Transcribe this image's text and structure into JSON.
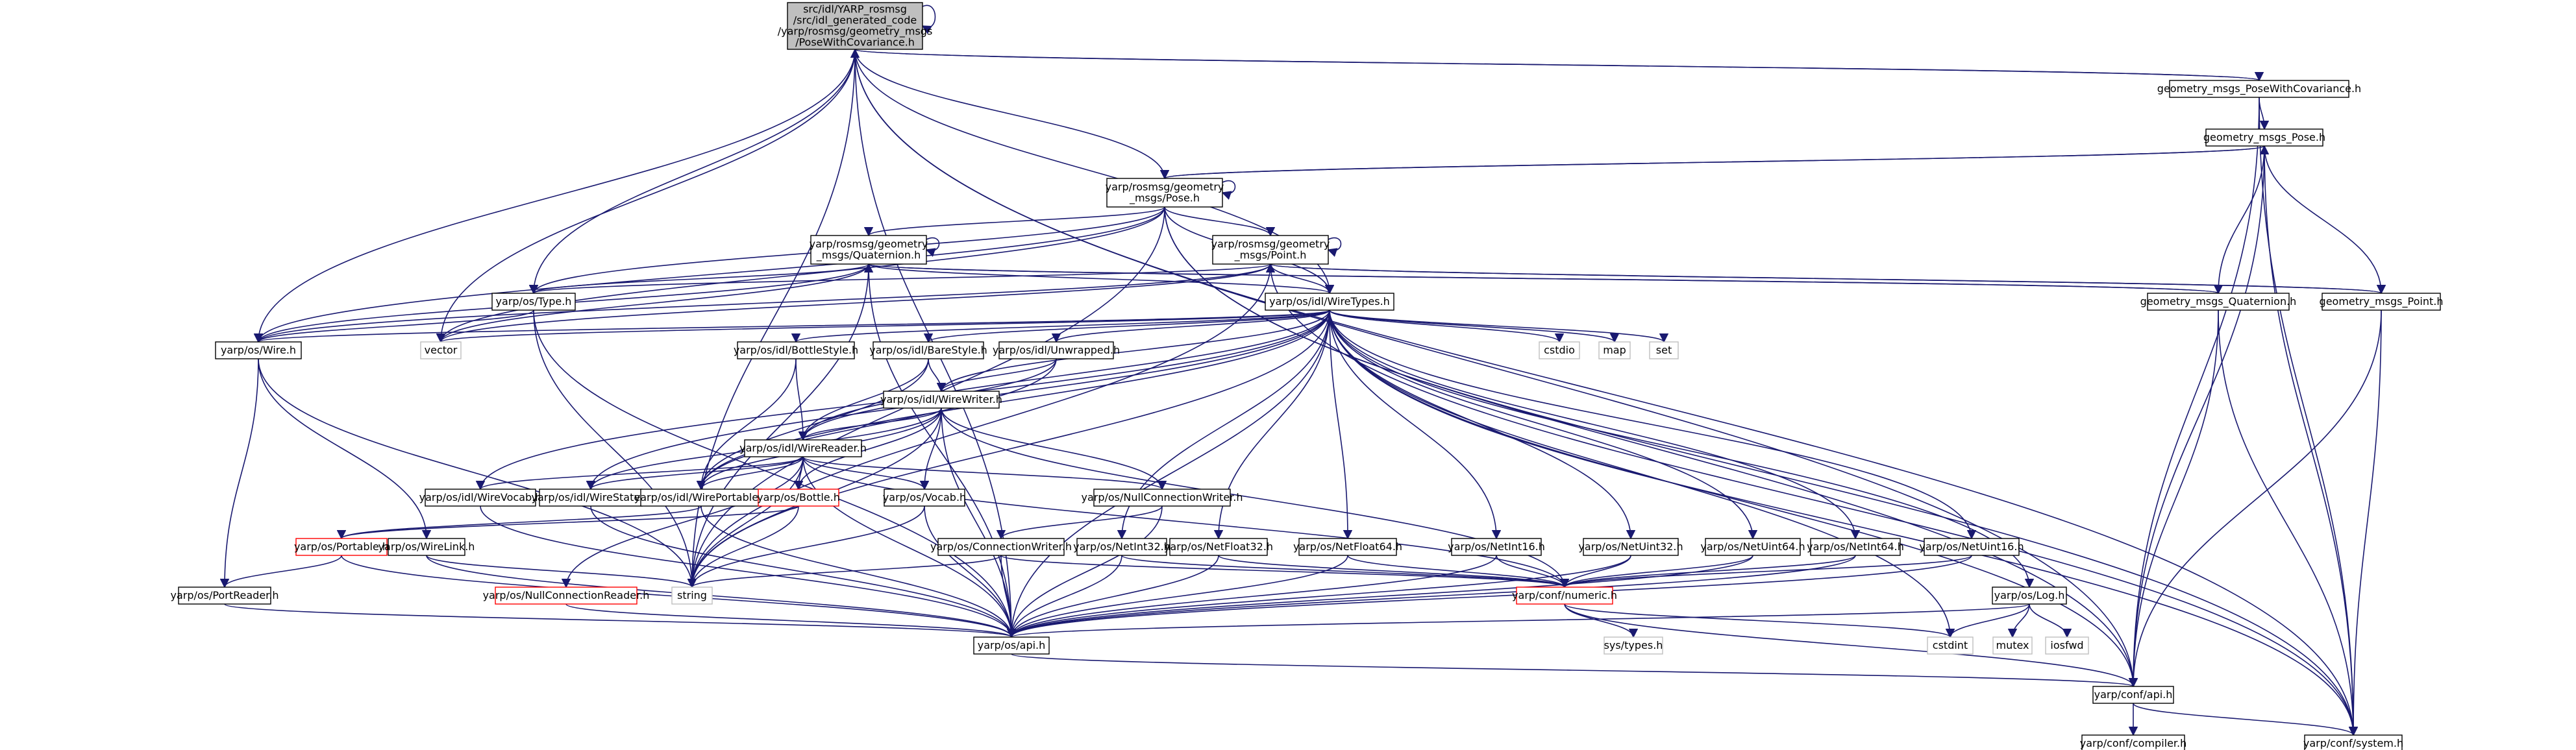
{
  "diagram": {
    "type": "include-dependency-graph",
    "colors": {
      "edge": "#191970",
      "node_fill": "#ffffff",
      "node_border": "#000000",
      "root_fill": "#bfbfbf",
      "system_border": "#bfbfbf",
      "unresolved_border": "#ff0000",
      "text": "#000000"
    },
    "nodes": [
      {
        "id": "root",
        "lines": [
          "src/idl/YARP_rosmsg",
          "/src/idl_generated_code",
          "/yarp/rosmsg/geometry_msgs",
          "/PoseWithCovariance.h"
        ],
        "style": "root"
      },
      {
        "id": "gmpwc",
        "lines": [
          "geometry_msgs_PoseWithCovariance.h"
        ],
        "style": "normal"
      },
      {
        "id": "gmpose",
        "lines": [
          "geometry_msgs_Pose.h"
        ],
        "style": "normal"
      },
      {
        "id": "yrgpose",
        "lines": [
          "yarp/rosmsg/geometry",
          "_msgs/Pose.h"
        ],
        "style": "normal"
      },
      {
        "id": "yrgquat",
        "lines": [
          "yarp/rosmsg/geometry",
          "_msgs/Quaternion.h"
        ],
        "style": "normal"
      },
      {
        "id": "yrgpoint",
        "lines": [
          "yarp/rosmsg/geometry",
          "_msgs/Point.h"
        ],
        "style": "normal"
      },
      {
        "id": "gmquat",
        "lines": [
          "geometry_msgs_Quaternion.h"
        ],
        "style": "normal"
      },
      {
        "id": "gmpoint",
        "lines": [
          "geometry_msgs_Point.h"
        ],
        "style": "normal"
      },
      {
        "id": "type",
        "lines": [
          "yarp/os/Type.h"
        ],
        "style": "normal"
      },
      {
        "id": "wiretypes",
        "lines": [
          "yarp/os/idl/WireTypes.h"
        ],
        "style": "normal"
      },
      {
        "id": "wire",
        "lines": [
          "yarp/os/Wire.h"
        ],
        "style": "normal"
      },
      {
        "id": "vector",
        "lines": [
          "vector"
        ],
        "style": "system"
      },
      {
        "id": "cstdio",
        "lines": [
          "cstdio"
        ],
        "style": "system"
      },
      {
        "id": "map",
        "lines": [
          "map"
        ],
        "style": "system"
      },
      {
        "id": "set",
        "lines": [
          "set"
        ],
        "style": "system"
      },
      {
        "id": "bottlestyle",
        "lines": [
          "yarp/os/idl/BottleStyle.h"
        ],
        "style": "normal"
      },
      {
        "id": "barestyle",
        "lines": [
          "yarp/os/idl/BareStyle.h"
        ],
        "style": "normal"
      },
      {
        "id": "unwrapped",
        "lines": [
          "yarp/os/idl/Unwrapped.h"
        ],
        "style": "normal"
      },
      {
        "id": "wirewriter",
        "lines": [
          "yarp/os/idl/WireWriter.h"
        ],
        "style": "normal"
      },
      {
        "id": "wirereader",
        "lines": [
          "yarp/os/idl/WireReader.h"
        ],
        "style": "normal"
      },
      {
        "id": "wirevocab",
        "lines": [
          "yarp/os/idl/WireVocab.h"
        ],
        "style": "normal"
      },
      {
        "id": "wirestate",
        "lines": [
          "yarp/os/idl/WireState.h"
        ],
        "style": "normal"
      },
      {
        "id": "wireportable",
        "lines": [
          "yarp/os/idl/WirePortable.h"
        ],
        "style": "normal"
      },
      {
        "id": "bottle",
        "lines": [
          "yarp/os/Bottle.h"
        ],
        "style": "unresolved"
      },
      {
        "id": "vocab",
        "lines": [
          "yarp/os/Vocab.h"
        ],
        "style": "normal"
      },
      {
        "id": "nullconnwriter",
        "lines": [
          "yarp/os/NullConnectionWriter.h"
        ],
        "style": "normal"
      },
      {
        "id": "portable",
        "lines": [
          "yarp/os/Portable.h"
        ],
        "style": "unresolved"
      },
      {
        "id": "wirelink",
        "lines": [
          "yarp/os/WireLink.h"
        ],
        "style": "normal"
      },
      {
        "id": "portreader",
        "lines": [
          "yarp/os/PortReader.h"
        ],
        "style": "normal"
      },
      {
        "id": "nullconnreader",
        "lines": [
          "yarp/os/NullConnectionReader.h"
        ],
        "style": "unresolved"
      },
      {
        "id": "string",
        "lines": [
          "string"
        ],
        "style": "system"
      },
      {
        "id": "connwriter",
        "lines": [
          "yarp/os/ConnectionWriter.h"
        ],
        "style": "normal"
      },
      {
        "id": "netint32",
        "lines": [
          "yarp/os/NetInt32.h"
        ],
        "style": "normal"
      },
      {
        "id": "netfloat32",
        "lines": [
          "yarp/os/NetFloat32.h"
        ],
        "style": "normal"
      },
      {
        "id": "netfloat64",
        "lines": [
          "yarp/os/NetFloat64.h"
        ],
        "style": "normal"
      },
      {
        "id": "netint16",
        "lines": [
          "yarp/os/NetInt16.h"
        ],
        "style": "normal"
      },
      {
        "id": "netuint32",
        "lines": [
          "yarp/os/NetUint32.h"
        ],
        "style": "normal"
      },
      {
        "id": "netuint64",
        "lines": [
          "yarp/os/NetUint64.h"
        ],
        "style": "normal"
      },
      {
        "id": "netint64",
        "lines": [
          "yarp/os/NetInt64.h"
        ],
        "style": "normal"
      },
      {
        "id": "netuint16",
        "lines": [
          "yarp/os/NetUint16.h"
        ],
        "style": "normal"
      },
      {
        "id": "log",
        "lines": [
          "yarp/os/Log.h"
        ],
        "style": "normal"
      },
      {
        "id": "numeric",
        "lines": [
          "yarp/conf/numeric.h"
        ],
        "style": "unresolved"
      },
      {
        "id": "systypes",
        "lines": [
          "sys/types.h"
        ],
        "style": "system"
      },
      {
        "id": "api",
        "lines": [
          "yarp/os/api.h"
        ],
        "style": "normal"
      },
      {
        "id": "cstdint",
        "lines": [
          "cstdint"
        ],
        "style": "system"
      },
      {
        "id": "mutex",
        "lines": [
          "mutex"
        ],
        "style": "system"
      },
      {
        "id": "iosfwd",
        "lines": [
          "iosfwd"
        ],
        "style": "system"
      },
      {
        "id": "confapi",
        "lines": [
          "yarp/conf/api.h"
        ],
        "style": "normal"
      },
      {
        "id": "compiler",
        "lines": [
          "yarp/conf/compiler.h"
        ],
        "style": "normal"
      },
      {
        "id": "system",
        "lines": [
          "yarp/conf/system.h"
        ],
        "style": "normal"
      }
    ],
    "edges": [
      [
        "root",
        "root"
      ],
      [
        "root",
        "gmpwc"
      ],
      [
        "gmpwc",
        "root"
      ],
      [
        "root",
        "yrgpose"
      ],
      [
        "root",
        "type"
      ],
      [
        "root",
        "wiretypes"
      ],
      [
        "root",
        "wire"
      ],
      [
        "root",
        "vector"
      ],
      [
        "root",
        "api"
      ],
      [
        "root",
        "string"
      ],
      [
        "root",
        "confapi"
      ],
      [
        "root",
        "system"
      ],
      [
        "gmpwc",
        "gmpose"
      ],
      [
        "gmpwc",
        "confapi"
      ],
      [
        "gmpwc",
        "system"
      ],
      [
        "gmpose",
        "yrgpose"
      ],
      [
        "yrgpose",
        "gmpose"
      ],
      [
        "gmpose",
        "gmquat"
      ],
      [
        "gmpose",
        "gmpoint"
      ],
      [
        "gmpose",
        "confapi"
      ],
      [
        "gmpose",
        "system"
      ],
      [
        "yrgpose",
        "yrgpose"
      ],
      [
        "yrgpose",
        "yrgquat"
      ],
      [
        "yrgpose",
        "yrgpoint"
      ],
      [
        "yrgpose",
        "type"
      ],
      [
        "yrgpose",
        "wiretypes"
      ],
      [
        "yrgpose",
        "wire"
      ],
      [
        "yrgpose",
        "vector"
      ],
      [
        "yrgpose",
        "string"
      ],
      [
        "yrgpose",
        "system"
      ],
      [
        "yrgpose",
        "confapi"
      ],
      [
        "yrgquat",
        "yrgquat"
      ],
      [
        "yrgquat",
        "gmquat"
      ],
      [
        "gmquat",
        "yrgquat"
      ],
      [
        "yrgquat",
        "type"
      ],
      [
        "yrgquat",
        "wiretypes"
      ],
      [
        "yrgquat",
        "wire"
      ],
      [
        "yrgquat",
        "vector"
      ],
      [
        "yrgquat",
        "string"
      ],
      [
        "yrgquat",
        "api"
      ],
      [
        "yrgpoint",
        "yrgpoint"
      ],
      [
        "yrgpoint",
        "gmpoint"
      ],
      [
        "gmpoint",
        "yrgpoint"
      ],
      [
        "yrgpoint",
        "type"
      ],
      [
        "yrgpoint",
        "wiretypes"
      ],
      [
        "yrgpoint",
        "wire"
      ],
      [
        "yrgpoint",
        "vector"
      ],
      [
        "yrgpoint",
        "string"
      ],
      [
        "yrgpoint",
        "system"
      ],
      [
        "gmquat",
        "confapi"
      ],
      [
        "gmquat",
        "system"
      ],
      [
        "gmpoint",
        "confapi"
      ],
      [
        "gmpoint",
        "system"
      ],
      [
        "type",
        "wire"
      ],
      [
        "type",
        "api"
      ],
      [
        "type",
        "string"
      ],
      [
        "wire",
        "portreader"
      ],
      [
        "wire",
        "wirelink"
      ],
      [
        "wire",
        "string"
      ],
      [
        "wiretypes",
        "wire"
      ],
      [
        "wiretypes",
        "vector"
      ],
      [
        "wiretypes",
        "cstdio"
      ],
      [
        "wiretypes",
        "map"
      ],
      [
        "wiretypes",
        "set"
      ],
      [
        "wiretypes",
        "bottlestyle"
      ],
      [
        "wiretypes",
        "barestyle"
      ],
      [
        "wiretypes",
        "unwrapped"
      ],
      [
        "wiretypes",
        "wirewriter"
      ],
      [
        "wiretypes",
        "wirereader"
      ],
      [
        "wiretypes",
        "wirevocab"
      ],
      [
        "wiretypes",
        "wirestate"
      ],
      [
        "wiretypes",
        "wireportable"
      ],
      [
        "wiretypes",
        "string"
      ],
      [
        "wiretypes",
        "netint32"
      ],
      [
        "wiretypes",
        "netfloat32"
      ],
      [
        "wiretypes",
        "netfloat64"
      ],
      [
        "wiretypes",
        "netint16"
      ],
      [
        "wiretypes",
        "netuint32"
      ],
      [
        "wiretypes",
        "netuint64"
      ],
      [
        "wiretypes",
        "netint64"
      ],
      [
        "wiretypes",
        "netuint16"
      ],
      [
        "wiretypes",
        "log"
      ],
      [
        "wiretypes",
        "cstdint"
      ],
      [
        "wiretypes",
        "confapi"
      ],
      [
        "wiretypes",
        "system"
      ],
      [
        "wiretypes",
        "api"
      ],
      [
        "bottlestyle",
        "wirereader"
      ],
      [
        "bottlestyle",
        "wireportable"
      ],
      [
        "barestyle",
        "wirewriter"
      ],
      [
        "barestyle",
        "wirereader"
      ],
      [
        "barestyle",
        "wireportable"
      ],
      [
        "unwrapped",
        "wirewriter"
      ],
      [
        "unwrapped",
        "wirereader"
      ],
      [
        "unwrapped",
        "wireportable"
      ],
      [
        "wirewriter",
        "wirereader"
      ],
      [
        "wirewriter",
        "wirestate"
      ],
      [
        "wirewriter",
        "wireportable"
      ],
      [
        "wirewriter",
        "bottle"
      ],
      [
        "wirewriter",
        "vocab"
      ],
      [
        "wirewriter",
        "nullconnwriter"
      ],
      [
        "wirewriter",
        "string"
      ],
      [
        "wirewriter",
        "numeric"
      ],
      [
        "wirewriter",
        "api"
      ],
      [
        "wirereader",
        "wirevocab"
      ],
      [
        "wirereader",
        "wirestate"
      ],
      [
        "wirereader",
        "wireportable"
      ],
      [
        "wirereader",
        "bottle"
      ],
      [
        "wirereader",
        "vocab"
      ],
      [
        "wirereader",
        "nullconnwriter"
      ],
      [
        "wirereader",
        "nullconnreader"
      ],
      [
        "wirereader",
        "string"
      ],
      [
        "wirereader",
        "numeric"
      ],
      [
        "wirereader",
        "api"
      ],
      [
        "wirevocab",
        "api"
      ],
      [
        "wirestate",
        "api"
      ],
      [
        "wireportable",
        "portable"
      ],
      [
        "wireportable",
        "api"
      ],
      [
        "bottle",
        "portable"
      ],
      [
        "bottle",
        "string"
      ],
      [
        "vocab",
        "api"
      ],
      [
        "vocab",
        "string"
      ],
      [
        "nullconnwriter",
        "connwriter"
      ],
      [
        "nullconnwriter",
        "api"
      ],
      [
        "portable",
        "portreader"
      ],
      [
        "portable",
        "api"
      ],
      [
        "wirelink",
        "api"
      ],
      [
        "wirelink",
        "string"
      ],
      [
        "portreader",
        "api"
      ],
      [
        "nullconnreader",
        "api"
      ],
      [
        "connwriter",
        "string"
      ],
      [
        "connwriter",
        "api"
      ],
      [
        "connwriter",
        "numeric"
      ],
      [
        "netint32",
        "numeric"
      ],
      [
        "netint32",
        "api"
      ],
      [
        "netfloat32",
        "numeric"
      ],
      [
        "netfloat32",
        "api"
      ],
      [
        "netfloat64",
        "numeric"
      ],
      [
        "netfloat64",
        "api"
      ],
      [
        "netint16",
        "numeric"
      ],
      [
        "netint16",
        "api"
      ],
      [
        "netuint32",
        "numeric"
      ],
      [
        "netuint32",
        "api"
      ],
      [
        "netuint64",
        "numeric"
      ],
      [
        "netuint64",
        "api"
      ],
      [
        "netint64",
        "numeric"
      ],
      [
        "netint64",
        "api"
      ],
      [
        "netuint16",
        "numeric"
      ],
      [
        "netuint16",
        "api"
      ],
      [
        "log",
        "api"
      ],
      [
        "log",
        "cstdint"
      ],
      [
        "log",
        "mutex"
      ],
      [
        "log",
        "iosfwd"
      ],
      [
        "numeric",
        "systypes"
      ],
      [
        "numeric",
        "cstdint"
      ],
      [
        "numeric",
        "confapi"
      ],
      [
        "api",
        "confapi"
      ],
      [
        "confapi",
        "compiler"
      ],
      [
        "confapi",
        "system"
      ]
    ]
  }
}
